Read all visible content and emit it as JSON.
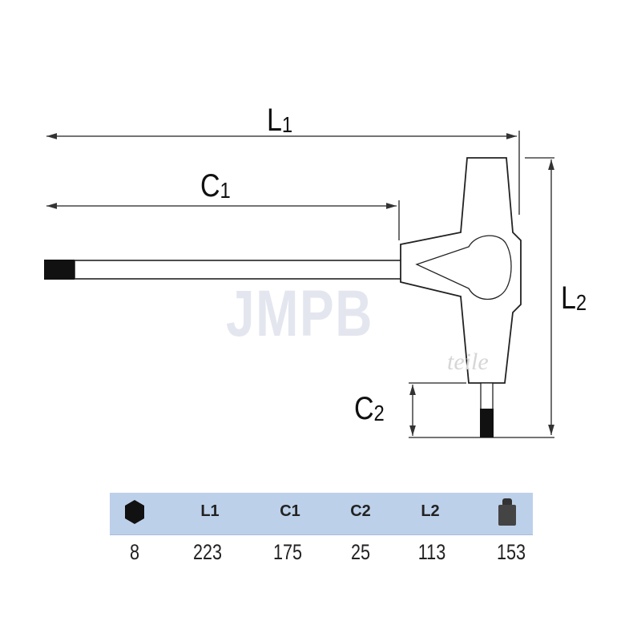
{
  "drawing": {
    "labels": {
      "L1": "L",
      "L1_sub": "1",
      "C1": "C",
      "C1_sub": "1",
      "L2": "L",
      "L2_sub": "2",
      "C2": "C",
      "C2_sub": "2"
    },
    "watermark": {
      "brand": "JMPB",
      "sub": "teile"
    }
  },
  "table": {
    "headers": [
      {
        "icon": "hexagon-icon",
        "label": ""
      },
      {
        "label": "L1"
      },
      {
        "label": "C1"
      },
      {
        "label": "C2"
      },
      {
        "label": "L2"
      },
      {
        "icon": "weight-icon",
        "label": ""
      }
    ],
    "values": [
      "8",
      "223",
      "175",
      "25",
      "113",
      "153"
    ],
    "band_color": "#bdd0ea"
  }
}
